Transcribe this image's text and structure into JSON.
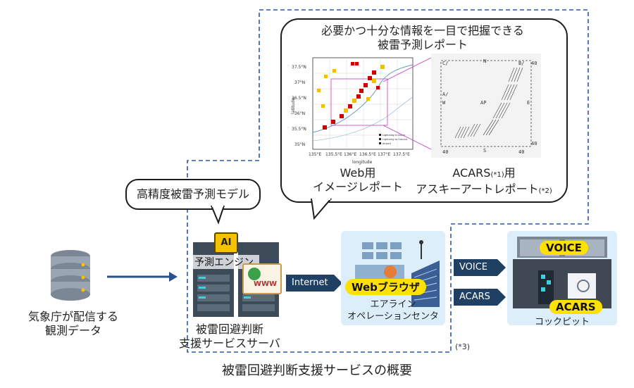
{
  "header": {
    "line1": "必要かつ十分な情報を一目で把握できる",
    "line2": "被雷予測レポート"
  },
  "map": {
    "lat_ticks": [
      "37.5°N",
      "37°N",
      "36.5°N",
      "36°N",
      "35.5°N",
      "35°N"
    ],
    "lon_ticks": [
      "135°E",
      "135.5°E",
      "136°E",
      "136.5°E",
      "137°E",
      "137.5°E"
    ],
    "ylabel": "latitude",
    "xlabel": "longitude",
    "legend": [
      "Lightning in Cloud",
      "Lightning to Ground",
      "Airport"
    ]
  },
  "ascii": {
    "corner_tl": "C/",
    "top_n": "N",
    "corner_tr": "B/",
    "tr_num": "40",
    "left_label": "A/",
    "center": "AP",
    "w_label": "W",
    "e_label": "E",
    "bl_num": "40",
    "bottom_s": "S",
    "br_num": "40",
    "right_num": "40"
  },
  "reports": {
    "web_line1": "Web用",
    "web_line2": "イメージレポート",
    "acars_line1_a": "ACARS",
    "acars_line1_sub": "(*1)",
    "acars_line1_b": "用",
    "acars_line2": "アスキーアートレポート",
    "acars_line2_sub": "(*2)"
  },
  "model_bubble": "高精度被雷予測モデル",
  "data_source": {
    "line1": "気象庁が配信する",
    "line2": "観測データ"
  },
  "server": {
    "ai_badge": "AI",
    "engine_label": "予測エンジン",
    "www": "WWW",
    "line1": "被雷回避判断",
    "line2": "支援サービスサーバ"
  },
  "internet_label": "Internet",
  "airline": {
    "browser_tag": "Webブラウザ",
    "line1": "エアライン",
    "line2": "オペレーションセンタ"
  },
  "voice_arrow": "VOICE",
  "acars_arrow": "ACARS",
  "cockpit": {
    "voice_tag": "VOICE",
    "acars_tag": "ACARS",
    "label": "コックピット"
  },
  "note3": "(*3)",
  "caption": "被雷回避判断支援サービスの概要",
  "colors": {
    "dash": "#2b5aa8",
    "arrow": "#2b4f8a",
    "dark_arrow": "#1f3f63",
    "panel": "#dbeefa",
    "tag": "#ffe100"
  }
}
